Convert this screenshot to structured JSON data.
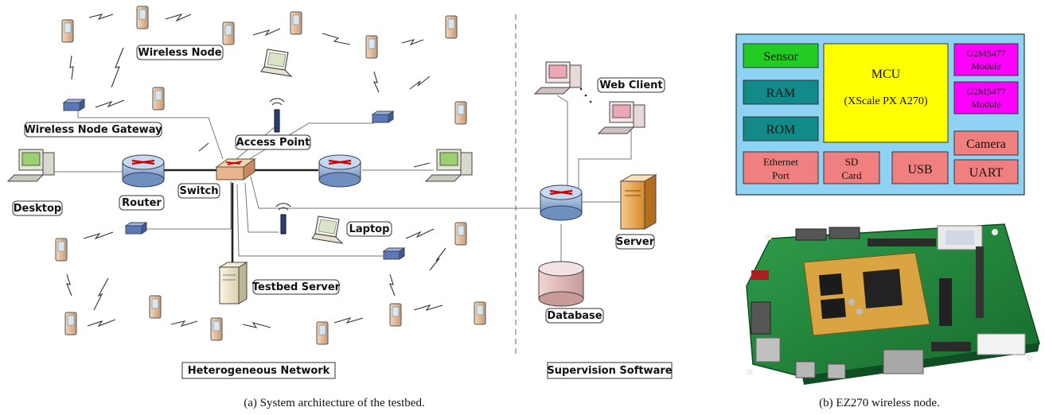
{
  "network": {
    "wireless_node": "Wireless Node",
    "gateway": "Wireless Node Gateway",
    "access_point": "Access Point",
    "desktop": "Desktop",
    "router": "Router",
    "switch": "Switch",
    "laptop": "Laptop",
    "testbed_server": "Testbed Server",
    "web_client": "Web Client",
    "server": "Server",
    "database": "Database",
    "section_left": "Heterogeneous Network",
    "section_right": "Supervision Software"
  },
  "block": {
    "sensor": "Sensor",
    "ram": "RAM",
    "rom": "ROM",
    "mcu_title": "MCU",
    "mcu_sub": "(XScale PX A270)",
    "g2m_1": [
      "G2M5477",
      "Module"
    ],
    "g2m_2": [
      "G2M5477",
      "Module"
    ],
    "camera": "Camera",
    "ethernet": [
      "Ethernet",
      "Port"
    ],
    "sd": [
      "SD",
      "Card"
    ],
    "usb": "USB",
    "uart": "UART"
  },
  "captions": {
    "a": "(a) System architecture of the testbed.",
    "b": "(b) EZ270 wireless node."
  }
}
